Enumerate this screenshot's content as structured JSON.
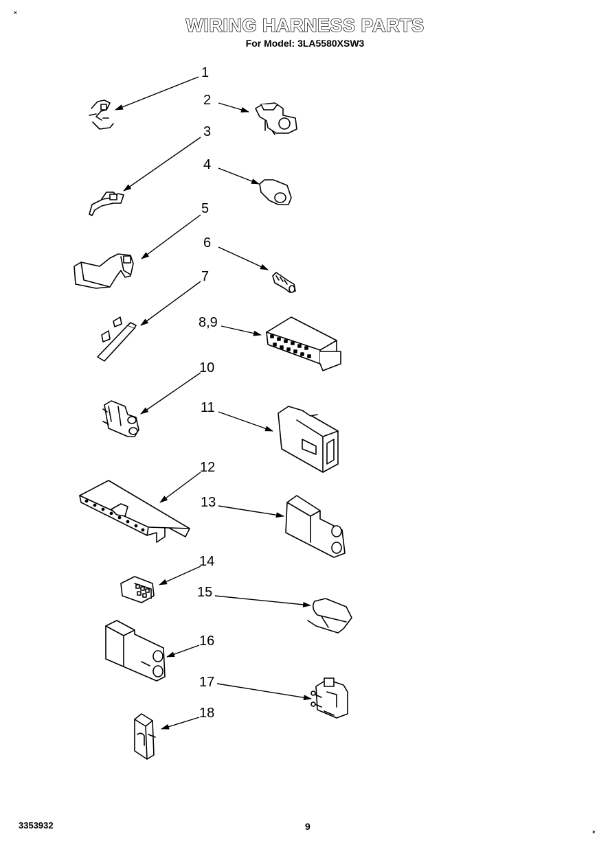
{
  "page": {
    "title": "WIRING HARNESS PARTS",
    "subtitle": "For Model: 3LA5580XSW3",
    "doc_number": "3353932",
    "page_number": "9",
    "corner_mark_top": "×",
    "corner_mark_bottom": "×"
  },
  "callouts": {
    "c1": "1",
    "c2": "2",
    "c3": "3",
    "c4": "4",
    "c5": "5",
    "c6": "6",
    "c7": "7",
    "c8_9": "8,9",
    "c10": "10",
    "c11": "11",
    "c12": "12",
    "c13": "13",
    "c14": "14",
    "c15": "15",
    "c16": "16",
    "c17": "17",
    "c18": "18"
  }
}
